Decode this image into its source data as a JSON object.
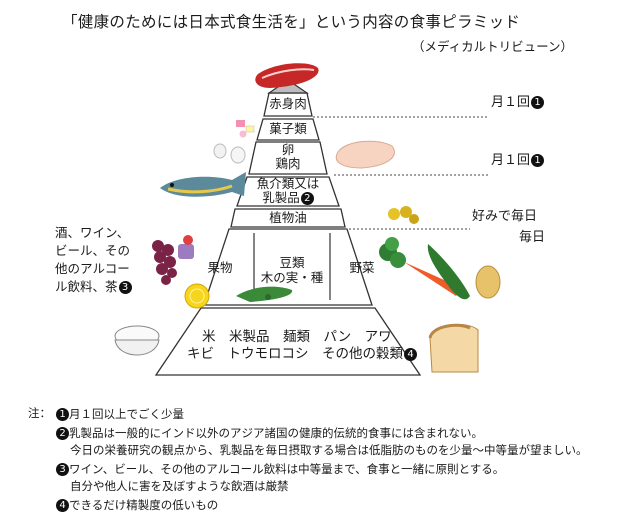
{
  "title": "「健康のためには日本式食生活を」という内容の食事ピラミッド",
  "subtitle": "（メディカルトリビューン）",
  "tiers": {
    "red_meat": "赤身肉",
    "sweets": "菓子類",
    "egg": "卵",
    "chicken": "鶏肉",
    "fish_dairy_1": "魚介類又は",
    "fish_dairy_2": "乳製品",
    "fish_dairy_mark": "2",
    "oil": "植物油",
    "fruit": "果物",
    "legumes_1": "豆類",
    "legumes_2": "木の実・種",
    "vegetables": "野菜",
    "grains_1": "米　米製品　麺類　パン　アワ",
    "grains_2": "キビ　トウモロコシ　その他の穀類",
    "grains_mark": "4"
  },
  "frequency": {
    "monthly_1": "月１回",
    "monthly_1_mark": "1",
    "monthly_2": "月１回",
    "monthly_2_mark": "1",
    "optional_daily": "好みで毎日",
    "daily": "毎日"
  },
  "drinks": {
    "text": "酒、ワイン、\nビール、その\n他のアルコー\nル飲料、茶",
    "mark": "3"
  },
  "notes": {
    "label": "注：",
    "n1_mark": "1",
    "n1": "月１回以上でごく少量",
    "n2_mark": "2",
    "n2a": "乳製品は一般的にインド以外のアジア諸国の健康的伝統的食事には含まれない。",
    "n2b": "今日の栄養研究の観点から、乳製品を毎日摂取する場合は低脂肪のものを少量～中等量が望ましい。",
    "n3_mark": "3",
    "n3a": "ワイン、ビール、その他のアルコール飲料は中等量まで、食事と一緒に原則とする。",
    "n3b": "自分や他人に害を及ぼすような飲酒は厳禁",
    "n4_mark": "4",
    "n4": "できるだけ精製度の低いもの"
  },
  "icons": [
    "meat-icon",
    "candy-icon",
    "egg-icon",
    "chicken-icon",
    "fish-icon",
    "cheese-icon",
    "oil-icon",
    "grapes-icon",
    "teacup-icon",
    "lemon-icon",
    "beans-icon",
    "vegetables-icon",
    "rice-bowl-icon",
    "bread-icon"
  ]
}
